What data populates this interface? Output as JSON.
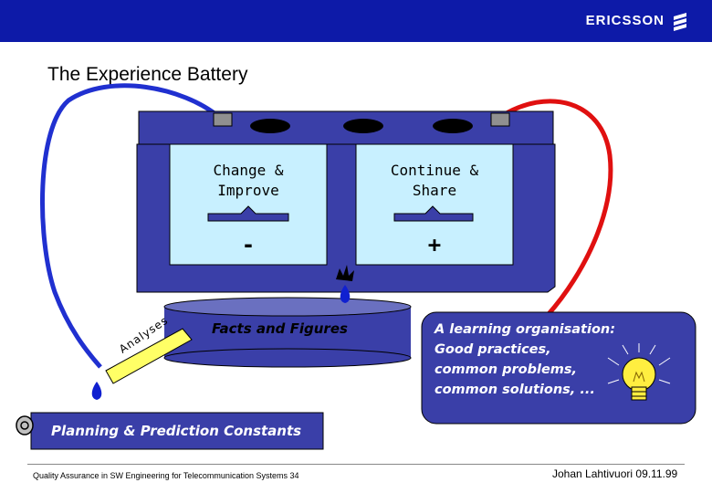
{
  "header": {
    "brand": "ERICSSON"
  },
  "title": "The Experience Battery",
  "battery": {
    "cells": [
      {
        "label_line1": "Change &",
        "label_line2": "Improve",
        "sign": "-"
      },
      {
        "label_line1": "Continue &",
        "label_line2": "Share",
        "sign": "+"
      }
    ]
  },
  "facts_label": "Facts and Figures",
  "analyses_label": "Analyses",
  "learning": {
    "lines": [
      "A learning organisation:",
      "Good practices,",
      "common problems,",
      "common solutions, ..."
    ]
  },
  "planning_label": "Planning & Prediction Constants",
  "footer": {
    "left": "Quality Assurance in SW Engineering for Telecommunication Systems 34",
    "right": "Johan Lahtivuori 09.11.99"
  },
  "colors": {
    "header": "#0d1aa8",
    "battery": "#3a3fa8",
    "cell": "#c8f0ff",
    "wire_negative": "#2030d0",
    "wire_positive": "#e01010",
    "bulb": "#ffee40"
  }
}
